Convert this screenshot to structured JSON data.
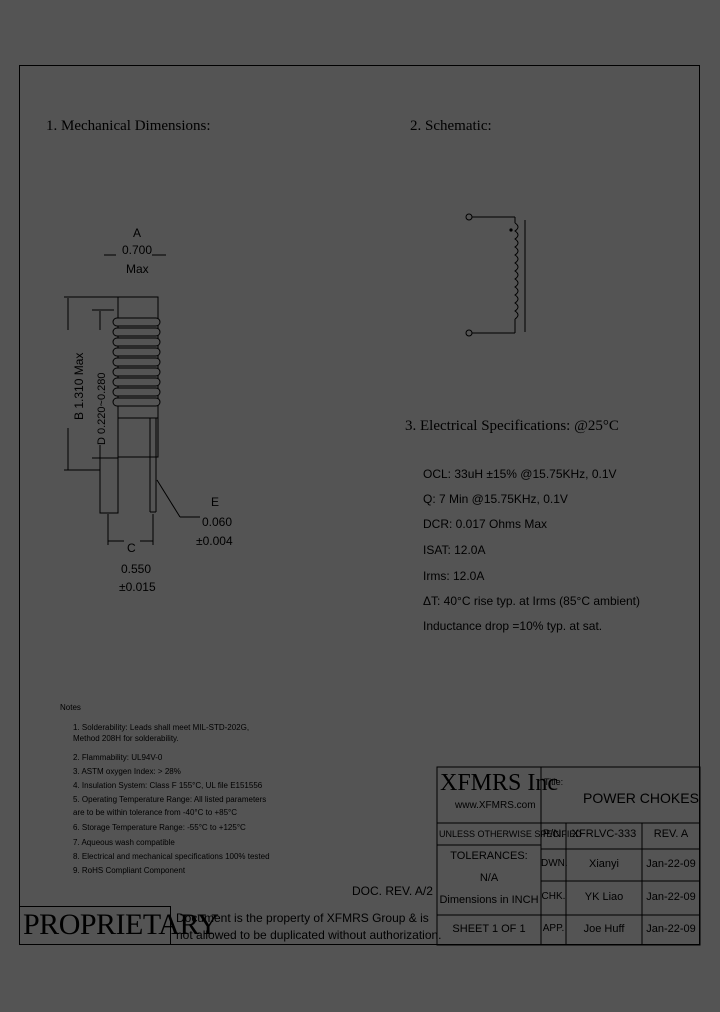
{
  "sections": {
    "mechanical": "1. Mechanical Dimensions:",
    "schematic": "2. Schematic:",
    "electrical": "3. Electrical   Specifications: @25°C"
  },
  "dimensions": {
    "a_letter": "A",
    "a_value": "0.700",
    "a_max": "Max",
    "b_text": "B 1.310 Max",
    "d_text": "D 0.220~0.280",
    "c_letter": "C",
    "c_value": "0.550",
    "c_tol": "±0.015",
    "e_letter": "E",
    "e_value": "0.060",
    "e_tol": "±0.004"
  },
  "specs": [
    "OCL: 33uH ±15% @15.75KHz, 0.1V",
    "Q: 7 Min @15.75KHz, 0.1V",
    "DCR: 0.017 Ohms Max",
    "ISAT: 12.0A",
    "Irms: 12.0A",
    "ΔT: 40°C rise typ. at Irms (85°C ambient)",
    "Inductance drop =10% typ. at sat."
  ],
  "notes": {
    "title": "Notes",
    "items": [
      "1. Solderability: Leads shall meet MIL-STD-202G,",
      "    Method 208H for solderability.",
      "2. Flammability: UL94V-0",
      "3. ASTM oxygen Index: > 28%",
      "4. Insulation System: Class F 155°C, UL file E151556",
      "5. Operating Temperature Range: All listed parameters",
      "    are to be within tolerance from -40°C to +85°C",
      "6. Storage Temperature Range: -55°C to +125°C",
      "7. Aqueous wash compatible",
      "8. Electrical and mechanical specifications 100% tested",
      "9. RoHS Compliant Component"
    ]
  },
  "doc_rev": "DOC. REV. A/2",
  "proprietary": {
    "word": "PROPRIETARY",
    "line1": "Document is the property of XFMRS Group & is",
    "line2": "not allowed to be duplicated without authorization."
  },
  "title_block": {
    "company": "XFMRS Inc",
    "url": "www.XFMRS.com",
    "title_label": "Title:",
    "title_value": "POWER CHOKES",
    "unless": "UNLESS OTHERWISE SPECIFIED",
    "tolerances": "TOLERANCES:",
    "tol_value": "N/A",
    "dims": "Dimensions in INCH",
    "pn_label": "P/N:",
    "pn_value": "XFRLVC-333",
    "rev_label": "REV. A",
    "dwn_label": "DWN.",
    "dwn_name": "Xianyi",
    "dwn_date": "Jan-22-09",
    "chk_label": "CHK.",
    "chk_name": "YK Liao",
    "chk_date": "Jan-22-09",
    "app_label": "APP.",
    "app_name": "Joe Huff",
    "app_date": "Jan-22-09",
    "sheet": "SHEET  1  OF  1"
  }
}
